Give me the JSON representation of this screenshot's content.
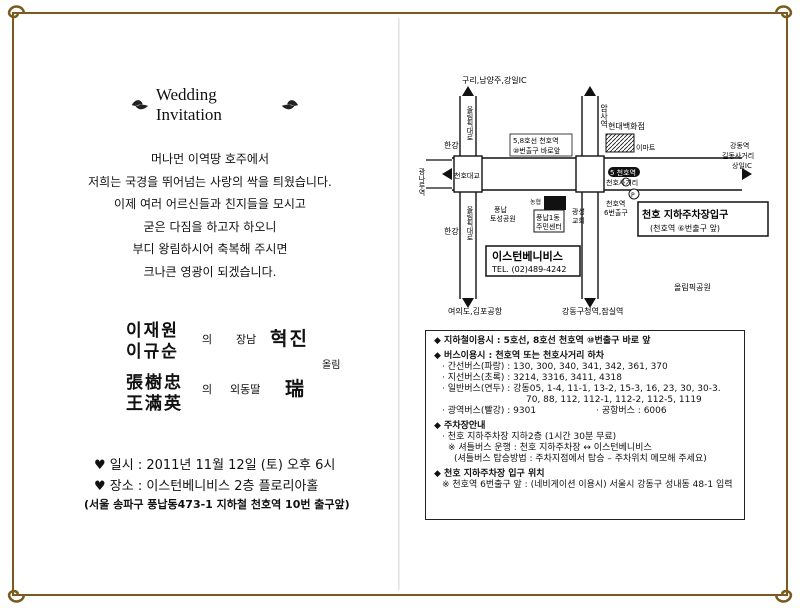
{
  "colors": {
    "frame": "#7a5a1e",
    "text": "#111111"
  },
  "left": {
    "title": "Wedding Invitation",
    "poem": [
      "머나먼 이역땅 호주에서",
      "저희는 국경을 뛰어넘는 사랑의 싹을 틔웠습니다.",
      "이제 여러 어르신들과 친지들을 모시고",
      "굳은 다짐을 하고자 하오니",
      "부디 왕림하시어 축복해 주시면",
      "크나큰 영광이 되겠습니다."
    ],
    "groom_father": "이재원",
    "groom_mother": "이규순",
    "groom_of": "의",
    "groom_rel": "장남",
    "groom": "혁진",
    "bride_father": "張樹忠",
    "bride_mother": "王滿英",
    "bride_of": "의",
    "bride_rel": "외동딸",
    "bride": "瑞",
    "announce": "올림",
    "date": "♥ 일시 : 2011년 11월 12일 (토) 오후 6시",
    "place": "♥ 장소 : 이스턴베니비스 2층 플로리아홀",
    "address": "(서울 송파구 풍납동473-1 지하철 천호역 10번 출구앞)"
  },
  "map": {
    "top": "구리,남양주,강일IC",
    "olympic_road_top": "올림픽대로",
    "han_left": "한강",
    "han_left2": "한강",
    "gwangnaru": "광나루역",
    "cheonho_bridge": "천호대교",
    "olympic_road_bottom": "올림픽대로",
    "yeouido": "여의도,김포공항",
    "line58": "5,8호선 천호역",
    "exit10": "⑩번출구 바로앞",
    "amsa": "암사역",
    "hyundai": "현대백화점",
    "emart": "이마트",
    "cheonho_st": "5 천호역",
    "cheonho_sageori": "천호사거리",
    "gangdong": "강동역",
    "gangdong2": "길동사거리",
    "sangil": "상일IC",
    "exit6": "천호역",
    "exit6b": "6번출구",
    "pungnap": "풍납",
    "pungnap2": "토성공원",
    "bank": "농협",
    "center": "풍납1동",
    "center2": "주민센터",
    "church": "광성",
    "church2": "교회",
    "parking_title": "천호 지하주차장입구",
    "parking_sub": "(천호역 ⑥번출구 앞)",
    "venue": "이스턴베니비스",
    "tel": "TEL. (02)489-4242",
    "gangdonggu": "강동구청역,잠실역",
    "olympic_park": "올림픽공원",
    "p": "P"
  },
  "info": {
    "subway": "◆ 지하철이용시 : 5호선, 8호선 천호역 ⑩번출구 바로 앞",
    "bus": "◆ 버스이용시 : 천호역 또는 천호사거리 하차",
    "bus1": "· 간선버스(파랑) : 130, 300, 340, 341, 342, 361, 370",
    "bus2": "· 지선버스(초록) : 3214, 3316, 3411, 4318",
    "bus3": "· 일반버스(연두) : 강동05, 1-4, 11-1, 13-2, 15-3, 16, 23, 30, 30-3.",
    "bus3b": "70, 88, 112, 112-1, 112-2, 112-5, 1119",
    "bus4": "· 광역버스(빨강) : 9301",
    "bus4b": "· 공항버스 : 6006",
    "parking": "◆ 주차장안내",
    "park1": "· 천호 지하주차장 지하2층 (1시간 30분 무료)",
    "park2": "※ 셔틀버스 운행 : 천호 지하주차장 ↔ 이스턴베니비스",
    "park3": "(셔틀버스 탑승방법 : 주차지점에서 탑승 – 주차위치 메모해 주세요)",
    "entry": "◆ 천호 지하주차장 입구 위치",
    "entry1": "※ 천호역 6번출구 앞 : (네비게이션 이용시) 서울시 강동구 성내동 48-1 입력"
  }
}
